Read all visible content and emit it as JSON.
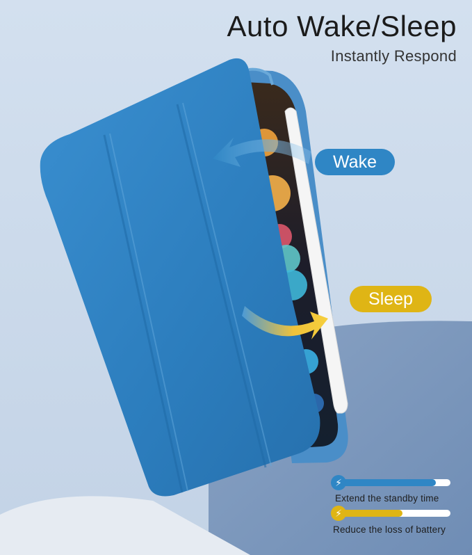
{
  "headline": {
    "title": "Auto Wake/Sleep",
    "subtitle": "Instantly Respond"
  },
  "labels": {
    "wake": "Wake",
    "sleep": "Sleep"
  },
  "indicators": [
    {
      "icon": "lightning-bolt-icon",
      "text": "Extend the standby time",
      "level": 0.87,
      "color": "#2f86c5"
    },
    {
      "icon": "lightning-bolt-icon",
      "text": "Reduce the loss of battery",
      "level": 0.58,
      "color": "#dfb515"
    }
  ],
  "colors": {
    "background": "#cfdcec",
    "case_blue": "#2f80bd",
    "wake_blue": "#2f86c5",
    "sleep_yellow": "#dfb515",
    "pencil_white": "#f4f4f4"
  }
}
